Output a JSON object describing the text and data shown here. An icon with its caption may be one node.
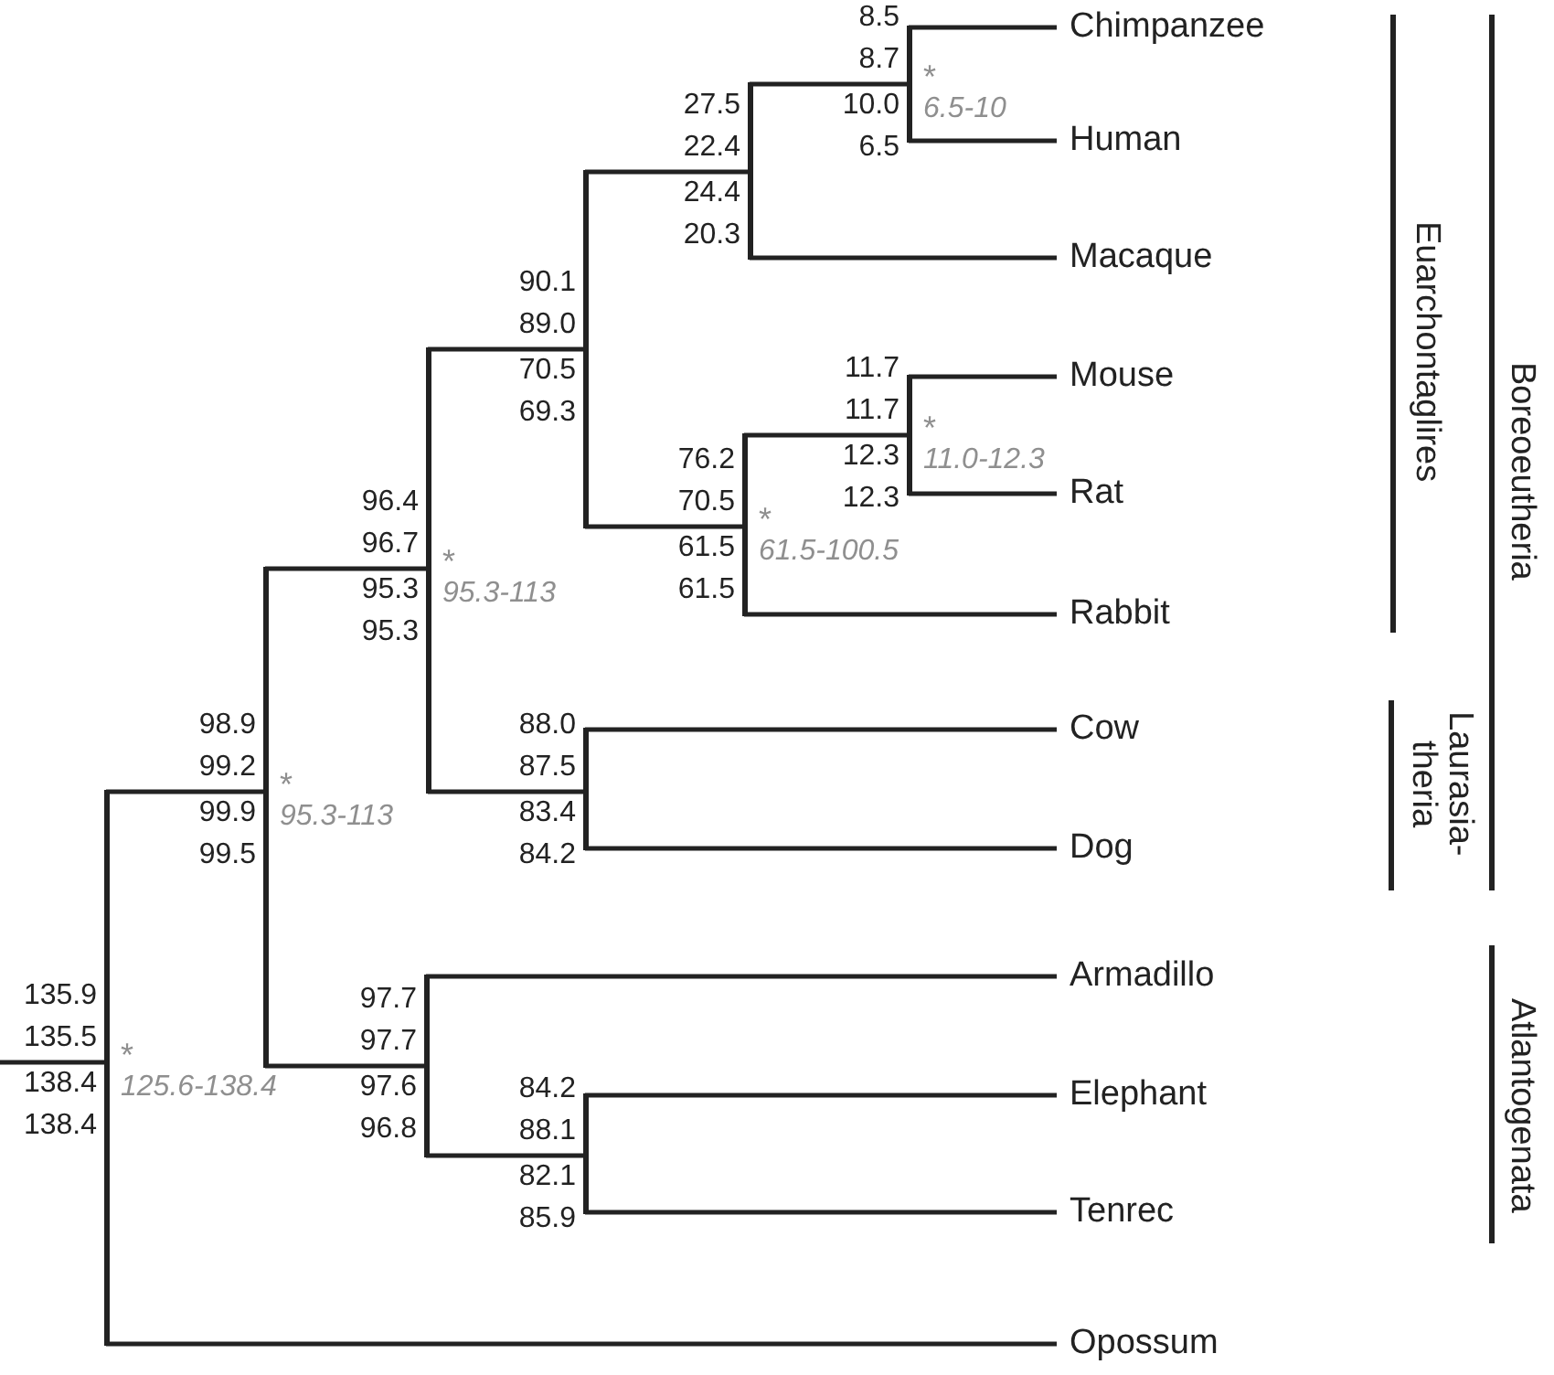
{
  "diagram": {
    "nodes": [
      {
        "text": [
          "Chimpanzee"
        ]
      },
      {
        "text": [
          "Human"
        ]
      },
      {
        "text": [
          "Macaque"
        ]
      },
      {
        "text": [
          "Mouse"
        ]
      },
      {
        "text": [
          "Rat"
        ]
      },
      {
        "text": [
          "Rabbit"
        ]
      },
      {
        "text": [
          "Cow"
        ]
      },
      {
        "text": [
          "Dog"
        ]
      },
      {
        "text": [
          "Armadillo"
        ]
      },
      {
        "text": [
          "Elephant"
        ]
      },
      {
        "text": [
          "Tenrec"
        ]
      },
      {
        "text": [
          "Opossum"
        ]
      },
      {
        "text": [],
        "shape": "bar",
        "beside": [
          "8.5",
          "8.7",
          "10.0",
          "6.5",
          "*",
          "6.5-10"
        ]
      },
      {
        "text": [],
        "shape": "bar",
        "beside": [
          "27.5",
          "22.4",
          "24.4",
          "20.3"
        ]
      },
      {
        "text": [],
        "shape": "bar",
        "beside": [
          "11.7",
          "11.7",
          "12.3",
          "12.3",
          "*",
          "11.0-12.3"
        ]
      },
      {
        "text": [],
        "shape": "bar",
        "beside": [
          "76.2",
          "70.5",
          "61.5",
          "61.5",
          "*",
          "61.5-100.5"
        ]
      },
      {
        "text": [],
        "shape": "bar",
        "beside": [
          "90.1",
          "89.0",
          "70.5",
          "69.3"
        ]
      },
      {
        "text": [],
        "shape": "bar",
        "beside": [
          "96.4",
          "96.7",
          "95.3",
          "95.3",
          "*",
          "95.3-113"
        ]
      },
      {
        "text": [],
        "shape": "bar",
        "beside": [
          "88.0",
          "87.5",
          "83.4",
          "84.2"
        ]
      },
      {
        "text": [],
        "shape": "bar",
        "beside": [
          "98.9",
          "99.2",
          "99.9",
          "99.5",
          "*",
          "95.3-113"
        ]
      },
      {
        "text": [],
        "shape": "bar",
        "beside": [
          "97.7",
          "97.7",
          "97.6",
          "96.8"
        ]
      },
      {
        "text": [],
        "shape": "bar",
        "beside": [
          "84.2",
          "88.1",
          "82.1",
          "85.9"
        ]
      },
      {
        "text": [],
        "shape": "bar",
        "beside": [
          "135.9",
          "135.5",
          "138.4",
          "138.4",
          "*",
          "125.6-138.4"
        ]
      }
    ],
    "edges": [
      {
        "from": 12,
        "to": 0,
        "arrow": "none"
      },
      {
        "from": 12,
        "to": 1,
        "arrow": "none"
      },
      {
        "from": 13,
        "to": 12,
        "arrow": "none"
      },
      {
        "from": 13,
        "to": 2,
        "arrow": "none"
      },
      {
        "from": 14,
        "to": 3,
        "arrow": "none"
      },
      {
        "from": 14,
        "to": 4,
        "arrow": "none"
      },
      {
        "from": 15,
        "to": 14,
        "arrow": "none"
      },
      {
        "from": 15,
        "to": 5,
        "arrow": "none"
      },
      {
        "from": 16,
        "to": 13,
        "arrow": "none"
      },
      {
        "from": 16,
        "to": 15,
        "arrow": "none"
      },
      {
        "from": 17,
        "to": 16,
        "arrow": "none"
      },
      {
        "from": 17,
        "to": 18,
        "arrow": "none"
      },
      {
        "from": 18,
        "to": 6,
        "arrow": "none"
      },
      {
        "from": 18,
        "to": 7,
        "arrow": "none"
      },
      {
        "from": 19,
        "to": 17,
        "arrow": "none"
      },
      {
        "from": 19,
        "to": 20,
        "arrow": "none"
      },
      {
        "from": 20,
        "to": 8,
        "arrow": "none"
      },
      {
        "from": 20,
        "to": 21,
        "arrow": "none"
      },
      {
        "from": 21,
        "to": 9,
        "arrow": "none"
      },
      {
        "from": 21,
        "to": 10,
        "arrow": "none"
      },
      {
        "from": 22,
        "to": 19,
        "arrow": "none"
      },
      {
        "from": 22,
        "to": 11,
        "arrow": "none"
      },
      {
        "from": null,
        "to": 22,
        "arrow": "none"
      }
    ],
    "labels": [
      "Euarchontaglires",
      "Boreoeutheria",
      "Laurasia- theria",
      "Atlantogenata"
    ]
  }
}
